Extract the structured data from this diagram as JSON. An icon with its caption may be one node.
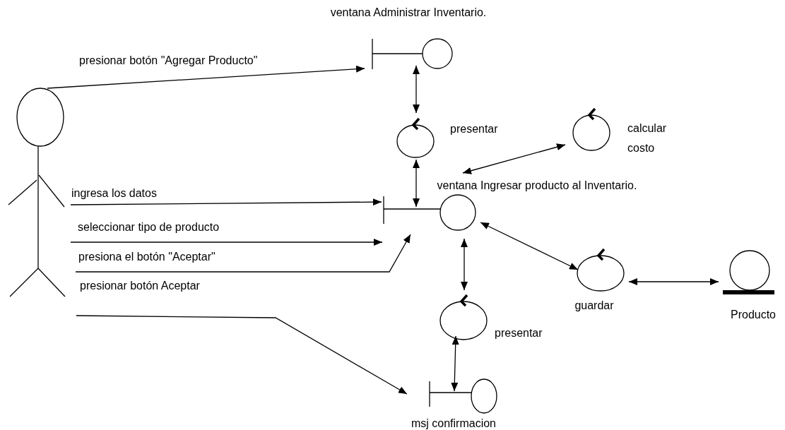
{
  "diagram": {
    "nodes": [
      {
        "text": [],
        "shape": "person"
      },
      {
        "text": [
          "ventana Administrar Inventario."
        ]
      },
      {
        "text": [
          "presentar"
        ]
      },
      {
        "text": [
          "calcular costo"
        ]
      },
      {
        "text": [
          "ventana Ingresar producto al Inventario."
        ]
      },
      {
        "text": [
          "guardar"
        ]
      },
      {
        "text": [
          "Producto"
        ]
      },
      {
        "text": [
          "presentar"
        ]
      },
      {
        "text": [
          "msj confirmacion"
        ]
      }
    ],
    "edges": [
      {
        "from": 0,
        "to": 1,
        "arrow": "to",
        "label": "presionar botón \"Agregar Producto\""
      },
      {
        "from": 1,
        "to": 2,
        "arrow": "both"
      },
      {
        "from": 2,
        "to": 4,
        "arrow": "both"
      },
      {
        "from": 3,
        "to": 4,
        "arrow": "both"
      },
      {
        "from": 0,
        "to": 4,
        "arrow": "to",
        "label": "ingresa los datos"
      },
      {
        "from": 0,
        "to": 4,
        "arrow": "to",
        "label": "seleccionar tipo de producto"
      },
      {
        "from": 0,
        "to": 4,
        "arrow": "to",
        "label": "presiona el botón \"Aceptar\""
      },
      {
        "from": 4,
        "to": 7,
        "arrow": "both"
      },
      {
        "from": 4,
        "to": 5,
        "arrow": "both"
      },
      {
        "from": 5,
        "to": 6,
        "arrow": "both"
      },
      {
        "from": 7,
        "to": 8,
        "arrow": "both"
      },
      {
        "from": 0,
        "to": 8,
        "arrow": "to",
        "label": "presionar botón Aceptar"
      }
    ]
  }
}
